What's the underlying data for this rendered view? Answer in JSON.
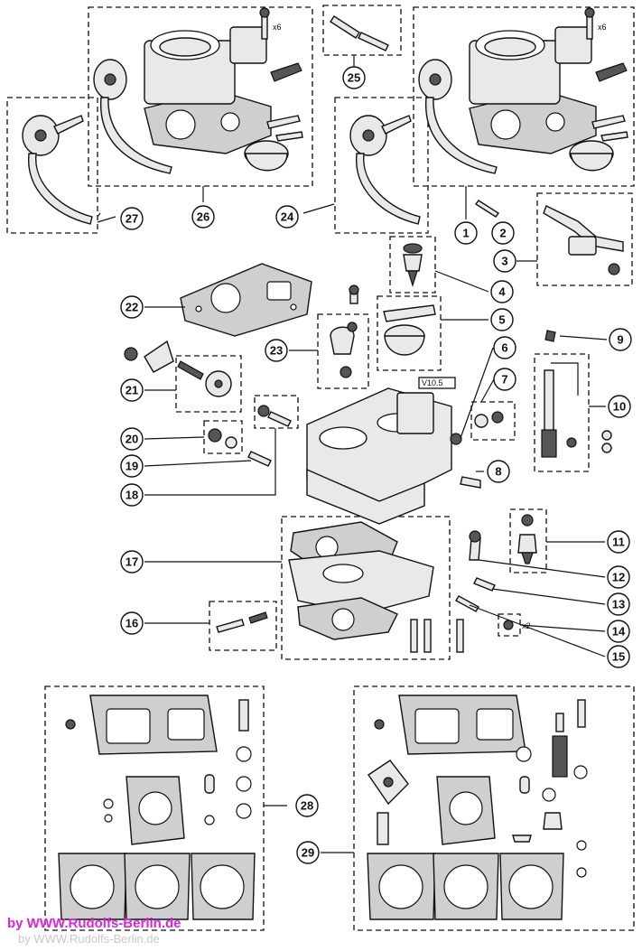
{
  "callouts": [
    "1",
    "2",
    "3",
    "4",
    "5",
    "6",
    "7",
    "8",
    "9",
    "10",
    "11",
    "12",
    "13",
    "14",
    "15",
    "16",
    "17",
    "18",
    "19",
    "20",
    "21",
    "22",
    "23",
    "24",
    "25",
    "26",
    "27",
    "28",
    "29"
  ],
  "notes": {
    "qty_6_left": "x6",
    "qty_6_right": "x6",
    "qty_2": "x2",
    "body_label": "V10.5"
  },
  "watermark": {
    "text": "by WWW.Rudolfs-Berlin.de",
    "ghost": "by WWW.Rudolfs-Berlin.de"
  },
  "colors": {
    "line": "#111111",
    "watermark": "#e020e0"
  }
}
